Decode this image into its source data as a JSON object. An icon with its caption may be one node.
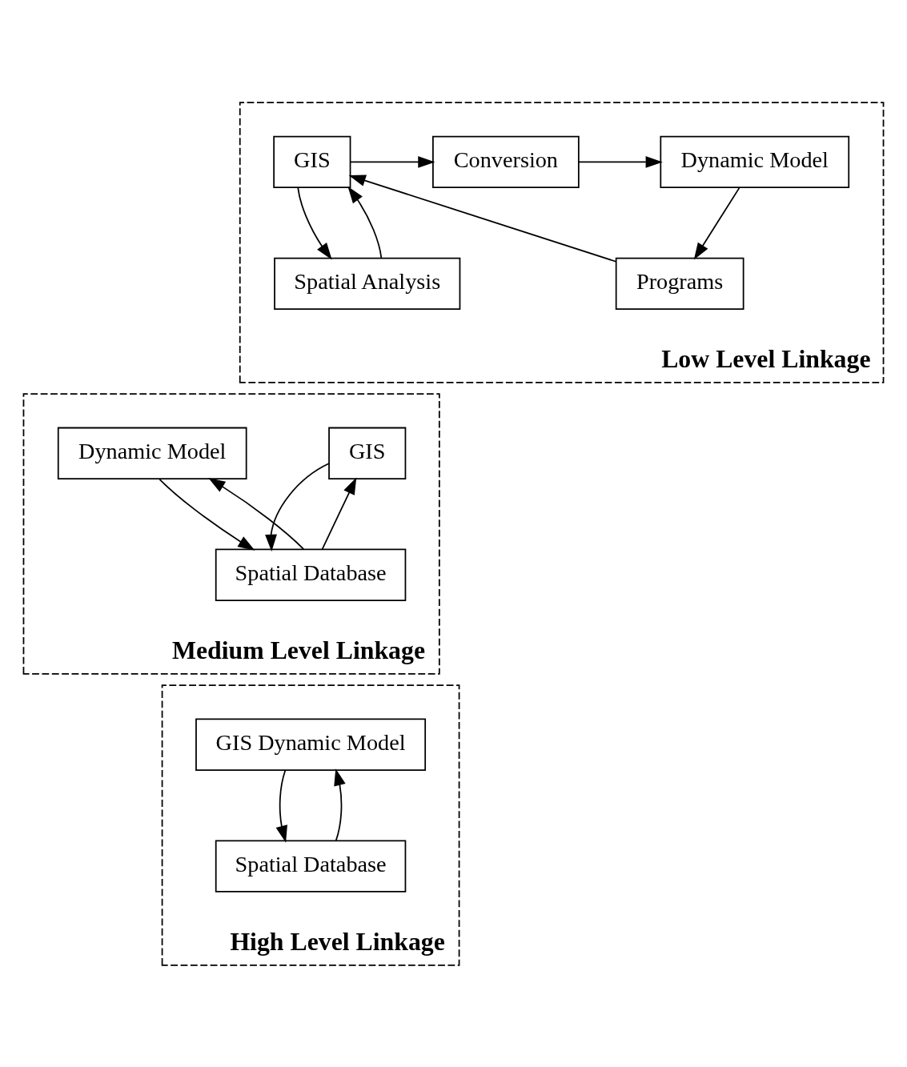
{
  "diagram": {
    "nodes": [
      {
        "text": [
          "Low Level Linkage"
        ]
      },
      {
        "text": [
          "GIS"
        ],
        "in": 0
      },
      {
        "text": [
          "Conversion"
        ],
        "in": 0
      },
      {
        "text": [
          "Dynamic Model"
        ],
        "in": 0
      },
      {
        "text": [
          "Programs"
        ],
        "in": 0
      },
      {
        "text": [
          "Spatial Analysis"
        ],
        "in": 0
      },
      {
        "text": [
          "Medium Level Linkage"
        ]
      },
      {
        "text": [
          "GIS"
        ],
        "in": 6
      },
      {
        "text": [
          "Dynamic Model"
        ],
        "in": 6
      },
      {
        "text": [
          "Spatial Database"
        ],
        "in": 6
      },
      {
        "text": [
          "High Level Linkage"
        ]
      },
      {
        "text": [
          "GIS Dynamic Model"
        ],
        "in": 10
      },
      {
        "text": [
          "Spatial Database"
        ],
        "in": 10
      }
    ],
    "edges": [
      {
        "from": 1,
        "to": 2,
        "arrow": "to"
      },
      {
        "from": 2,
        "to": 3,
        "arrow": "to"
      },
      {
        "from": 3,
        "to": 4,
        "arrow": "to"
      },
      {
        "from": 4,
        "to": 1,
        "arrow": "to"
      },
      {
        "from": 1,
        "to": 5,
        "arrow": "to"
      },
      {
        "from": 5,
        "to": 1,
        "arrow": "to"
      },
      {
        "from": 9,
        "to": 7,
        "arrow": "to"
      },
      {
        "from": 7,
        "to": 9,
        "arrow": "to"
      },
      {
        "from": 9,
        "to": 8,
        "arrow": "to"
      },
      {
        "from": 8,
        "to": 9,
        "arrow": "to"
      },
      {
        "from": 11,
        "to": 12,
        "arrow": "to"
      },
      {
        "from": 12,
        "to": 11,
        "arrow": "to"
      }
    ]
  }
}
